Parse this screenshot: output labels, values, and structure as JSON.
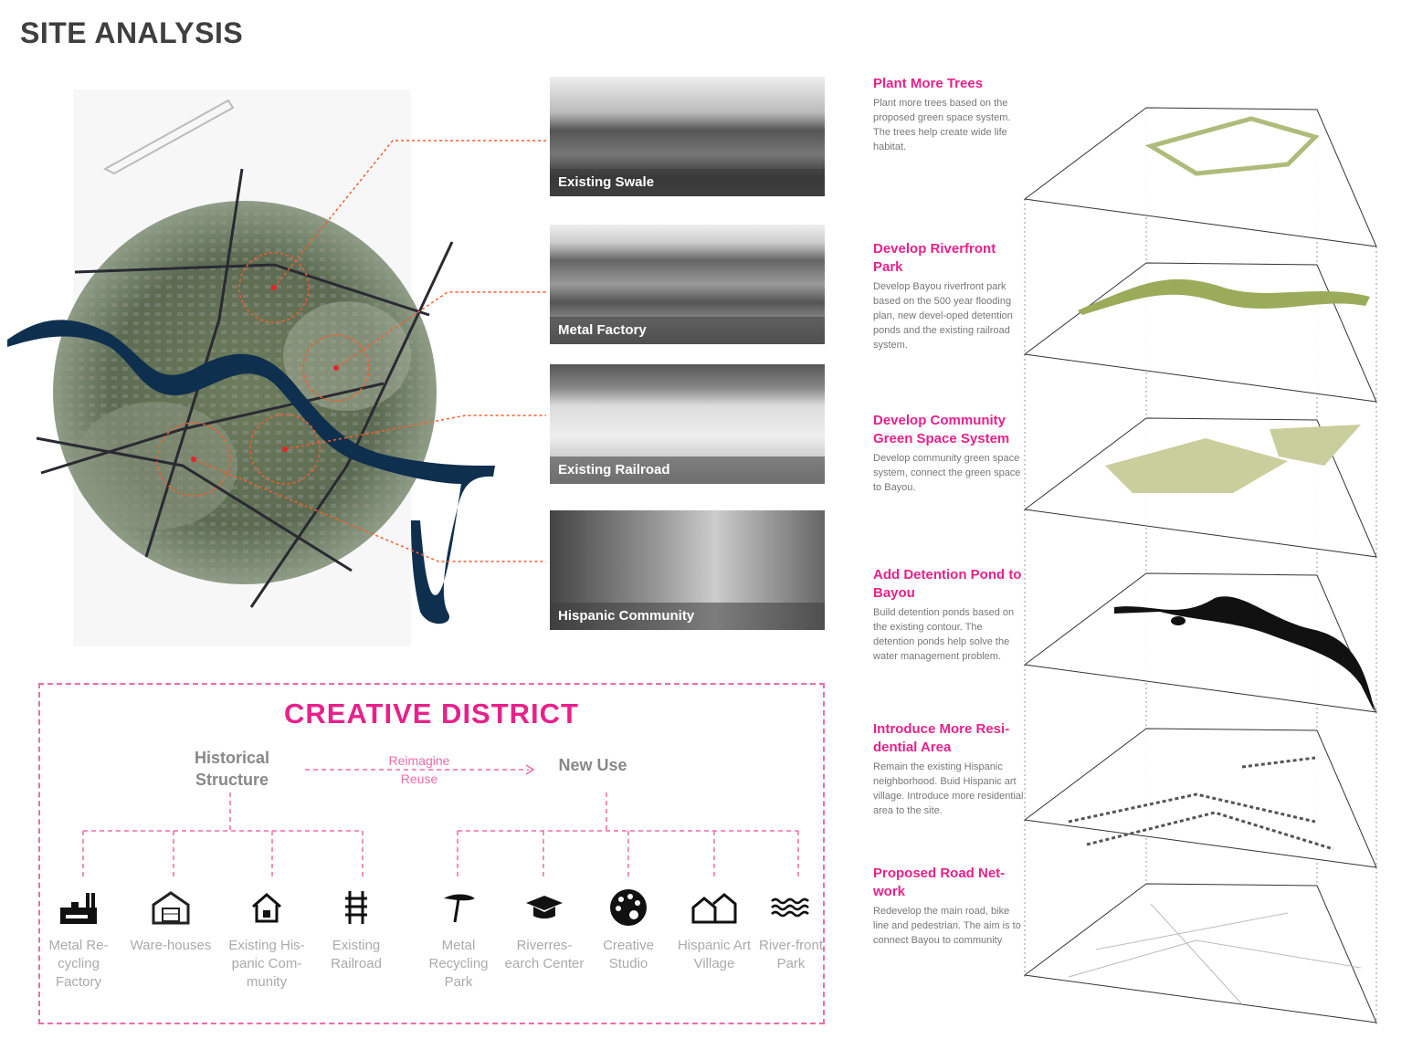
{
  "title": "SITE ANALYSIS",
  "photos": [
    {
      "caption": "Existing Swale"
    },
    {
      "caption": "Metal Factory"
    },
    {
      "caption": "Existing Railroad"
    },
    {
      "caption": "Hispanic Community"
    }
  ],
  "steps": [
    {
      "heading": "Plant More Trees",
      "body": "Plant more trees based on the proposed green space system. The trees help create wide life habitat."
    },
    {
      "heading": "Develop Riverfront Park",
      "body": "Develop Bayou riverfront park based on the 500 year flooding plan, new devel-oped detention ponds and the existing railroad system."
    },
    {
      "heading": "Develop Community Green Space System",
      "body": "Develop community green space system, connect the green space to Bayou."
    },
    {
      "heading": "Add Detention Pond to Bayou",
      "body": "Build detention ponds based on the existing contour. The detention ponds help solve the water management problem."
    },
    {
      "heading": "Introduce More Resi-dential Area",
      "body": "Remain the existing Hispanic neighborhood. Buid Hispanic art village. Introduce more residential area to the site."
    },
    {
      "heading": "Proposed Road Net-work",
      "body": "Redevelop the main road, bike line and pedestrian. The aim is to connect Bayou to community"
    }
  ],
  "district": {
    "title": "CREATIVE  DISTRICT",
    "left_heading": "Historical Structure",
    "right_heading": "New Use",
    "arrow_top": "Reimagine",
    "arrow_bottom": "Reuse",
    "historical": [
      {
        "label": "Metal Re-cycling Factory",
        "icon": "factory-icon"
      },
      {
        "label": "Ware-houses",
        "icon": "warehouse-icon"
      },
      {
        "label": "Existing His-panic Com-munity",
        "icon": "house-icon"
      },
      {
        "label": "Existing Railroad",
        "icon": "railroad-icon"
      }
    ],
    "new_use": [
      {
        "label": "Metal Recycling Park",
        "icon": "tree-icon"
      },
      {
        "label": "Riverres-earch Center",
        "icon": "graduation-cap-icon"
      },
      {
        "label": "Creative Studio",
        "icon": "palette-icon"
      },
      {
        "label": "Hispanic Art Village",
        "icon": "village-icon"
      },
      {
        "label": "River-front Park",
        "icon": "water-icon"
      }
    ]
  },
  "colors": {
    "accent": "#e8218a",
    "river": "#0f2f4f",
    "green": "#9aab5a"
  }
}
